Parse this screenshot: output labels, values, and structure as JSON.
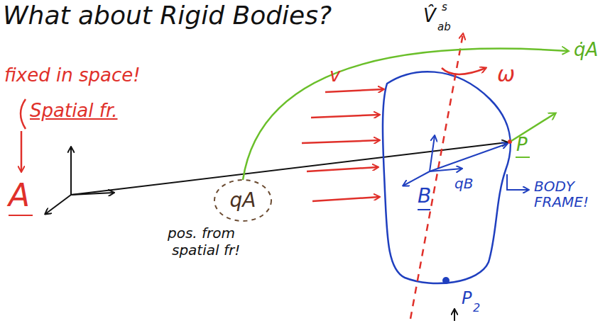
{
  "diagram": {
    "title": "What about Rigid Bodies?",
    "nodes": [
      {
        "text": [
          "qA"
        ]
      }
    ],
    "labels": [
      "fixed in space!",
      "Spatial fr.",
      "A",
      "pos. from",
      "spatial fr!",
      "v",
      "V̂",
      "s",
      "ab",
      "ω",
      "q̇A",
      "P",
      "qB",
      "B",
      "BODY FRAME!",
      "P",
      "2"
    ]
  }
}
